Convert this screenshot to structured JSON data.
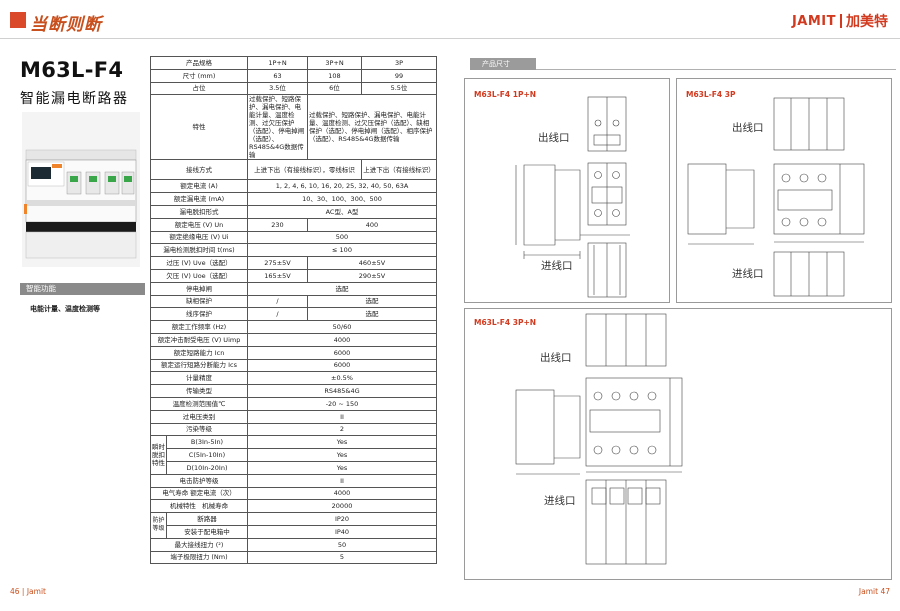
{
  "brand": {
    "left_logo_text": "当断则断",
    "right_logo_en": "JAMIT",
    "right_logo_cn": "加美特"
  },
  "product": {
    "model": "M63L-F4",
    "subtitle": "智能漏电断路器",
    "tag": "智能功能",
    "feature": "电能计量、温度检测等"
  },
  "table": {
    "header": {
      "label": "产品规格",
      "c1": "1P+N",
      "c2": "3P+N",
      "c3": "3P"
    },
    "size": {
      "label": "尺寸 (mm)",
      "c1": "63",
      "c2": "108",
      "c3": "99"
    },
    "slots": {
      "label": "占位",
      "c1": "3.5位",
      "c2": "6位",
      "c3": "5.5位"
    },
    "features": {
      "label": "特性",
      "c1": "过载保护、短路保护、漏电保护、电能计量、温度检测、过欠压保护（选配）、停电掉闸（选配）、RS485&4G数据传输",
      "c23": "过载保护、短路保护、漏电保护、电能计量、温度检测、过欠压保护（选配）、缺相保护（选配）、停电掉闸（选配）、相序保护（选配）、RS485&4G数据传输"
    },
    "wiring": {
      "label": "接线方式",
      "c12": "上进下出（有接线标识），零线标识",
      "c3": "上进下出（有接线标识）"
    },
    "rated_current": {
      "label": "额定电流 (A)",
      "value": "1, 2, 4, 6, 10, 16, 20, 25, 32, 40, 50, 63A"
    },
    "leak_current": {
      "label": "额定漏电流 (mA)",
      "value": "10、30、100、300、500"
    },
    "leak_type": {
      "label": "漏电脱扣形式",
      "value": "AC型、A型"
    },
    "rated_voltage": {
      "label": "额定电压 (V) Un",
      "c1": "230",
      "c23": "400"
    },
    "insulation_voltage": {
      "label": "额定绝缘电压 (V) Ui",
      "value": "500"
    },
    "leak_break_time": {
      "label": "漏电检测脱扣时间 t(ms)",
      "value": "≤ 100"
    },
    "over_voltage": {
      "label": "过压 (V) Uve（选配）",
      "c1": "275±5V",
      "c23": "460±5V"
    },
    "under_voltage": {
      "label": "欠压 (V) Uoe（选配）",
      "c1": "165±5V",
      "c23": "290±5V"
    },
    "power_off_trip": {
      "label": "停电掉闸",
      "value": "选配"
    },
    "phase_loss": {
      "label": "缺相保护",
      "c1": "/",
      "c23": "选配"
    },
    "phase_seq": {
      "label": "线序保护",
      "c1": "/",
      "c23": "选配"
    },
    "frequency": {
      "label": "额定工作频率 (Hz)",
      "value": "50/60"
    },
    "impulse_voltage": {
      "label": "额定冲击耐受电压 (V) Uimp",
      "value": "4000"
    },
    "short_capacity": {
      "label": "额定短路能力 Icn",
      "value": "6000"
    },
    "service_break": {
      "label": "额定运行短路分断能力 Ics",
      "value": "6000"
    },
    "metering": {
      "label": "计量精度",
      "value": "±0.5%"
    },
    "transmission": {
      "label": "传输类型",
      "value": "RS485&4G"
    },
    "temp_range": {
      "label": "温度检测范围值℃",
      "value": "-20 ~ 150"
    },
    "overvoltage_cat": {
      "label": "过电压类别",
      "value": "II"
    },
    "pollution": {
      "label": "污染等级",
      "value": "2"
    },
    "instant_trip": {
      "label": "瞬时脱扣特性",
      "rows": [
        {
          "label": "B(3In-5In)",
          "value": "Yes"
        },
        {
          "label": "C(5In-10In)",
          "value": "Yes"
        },
        {
          "label": "D(10In-20In)",
          "value": "Yes"
        }
      ]
    },
    "shock_protection": {
      "label": "电击防护等级",
      "value": "II"
    },
    "electrical_life": {
      "label": "电气寿命 额定电流（次）",
      "value": "4000"
    },
    "mechanical": {
      "label": "机械特性",
      "sub": "机械寿命",
      "value": "20000"
    },
    "ip": {
      "label": "防护等级",
      "rows": [
        {
          "label": "断路器",
          "value": "IP20"
        },
        {
          "label": "安装于配电箱中",
          "value": "IP40"
        }
      ]
    },
    "torque": {
      "label": "最大接线扭力 (²)",
      "value": "50"
    },
    "terminal": {
      "label": "端子极限扭力 (Nm)",
      "value": "5"
    }
  },
  "drawings": {
    "section_title": "产品尺寸",
    "d1_label": "M63L-F4  1P+N",
    "d2_label": "M63L-F4  3P",
    "d3_label": "M63L-F4  3P+N",
    "outlet": "出线口",
    "inlet": "进线口"
  },
  "footer": {
    "left": "46 | Jamit",
    "right": "Jamit  47"
  }
}
